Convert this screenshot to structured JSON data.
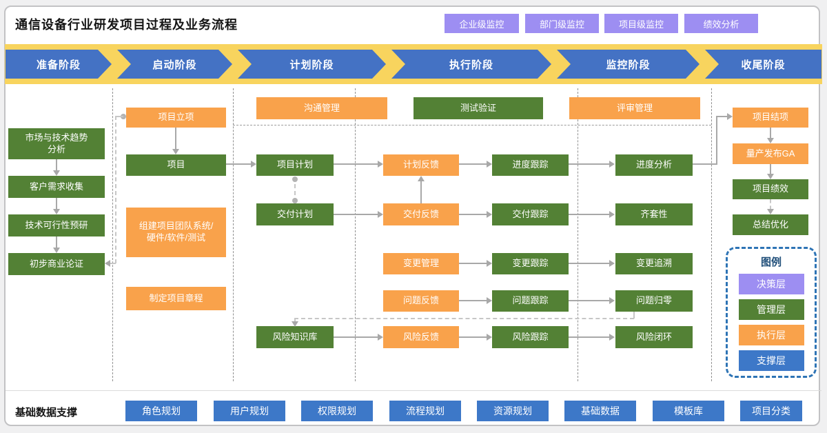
{
  "header": {
    "title": "通信设备行业研发项目过程及业务流程",
    "monitor_buttons": [
      "企业级监控",
      "部门级监控",
      "项目级监控",
      "绩效分析"
    ]
  },
  "phases": [
    "准备阶段",
    "启动阶段",
    "计划阶段",
    "执行阶段",
    "监控阶段",
    "收尾阶段"
  ],
  "flow": {
    "prep": {
      "market_trend": "市场与技术趋势分析",
      "customer_needs": "客户需求收集",
      "tech_feasibility": "技术可行性预研",
      "business_case": "初步商业论证"
    },
    "initiation": {
      "project_approval": "项目立项",
      "project": "项目",
      "build_team": "组建项目团队系统/硬件/软件/测试",
      "charter": "制定项目章程"
    },
    "planning": {
      "communication": "沟通管理",
      "project_plan": "项目计划",
      "delivery_plan": "交付计划",
      "risk_kb": "风险知识库"
    },
    "execution": {
      "test_verify": "测试验证",
      "plan_feedback": "计划反馈",
      "delivery_feedback": "交付反馈",
      "change_mgmt": "变更管理",
      "issue_feedback": "问题反馈",
      "risk_feedback": "风险反馈",
      "progress_track": "进度跟踪",
      "delivery_track": "交付跟踪",
      "change_track": "变更跟踪",
      "issue_track": "问题跟踪",
      "risk_track": "风险跟踪"
    },
    "monitoring": {
      "review_mgmt": "评审管理",
      "progress_analysis": "进度分析",
      "completeness": "齐套性",
      "change_trace": "变更追溯",
      "issue_zero": "问题归零",
      "risk_close": "风险闭环"
    },
    "closing": {
      "project_close": "项目结项",
      "ga_release": "量产发布GA",
      "project_perf": "项目绩效",
      "summary_opt": "总结优化"
    }
  },
  "legend": {
    "title": "图例",
    "items": [
      {
        "label": "决策层",
        "color": "#9D8EF2"
      },
      {
        "label": "管理层",
        "color": "#538135"
      },
      {
        "label": "执行层",
        "color": "#F9A24B"
      },
      {
        "label": "支撑层",
        "color": "#3D78C8"
      }
    ]
  },
  "footer": {
    "label": "基础数据支撑",
    "buttons": [
      "角色规划",
      "用户规划",
      "权限规划",
      "流程规划",
      "资源规划",
      "基础数据",
      "模板库",
      "项目分类"
    ]
  },
  "colors": {
    "management_green": "#538135",
    "execution_orange": "#F9A24B",
    "support_blue": "#3D78C8",
    "decision_purple": "#9D8EF2",
    "phase_blue": "#4472C4",
    "band_yellow": "#F8D45E",
    "legend_border_blue": "#2E74B5"
  }
}
